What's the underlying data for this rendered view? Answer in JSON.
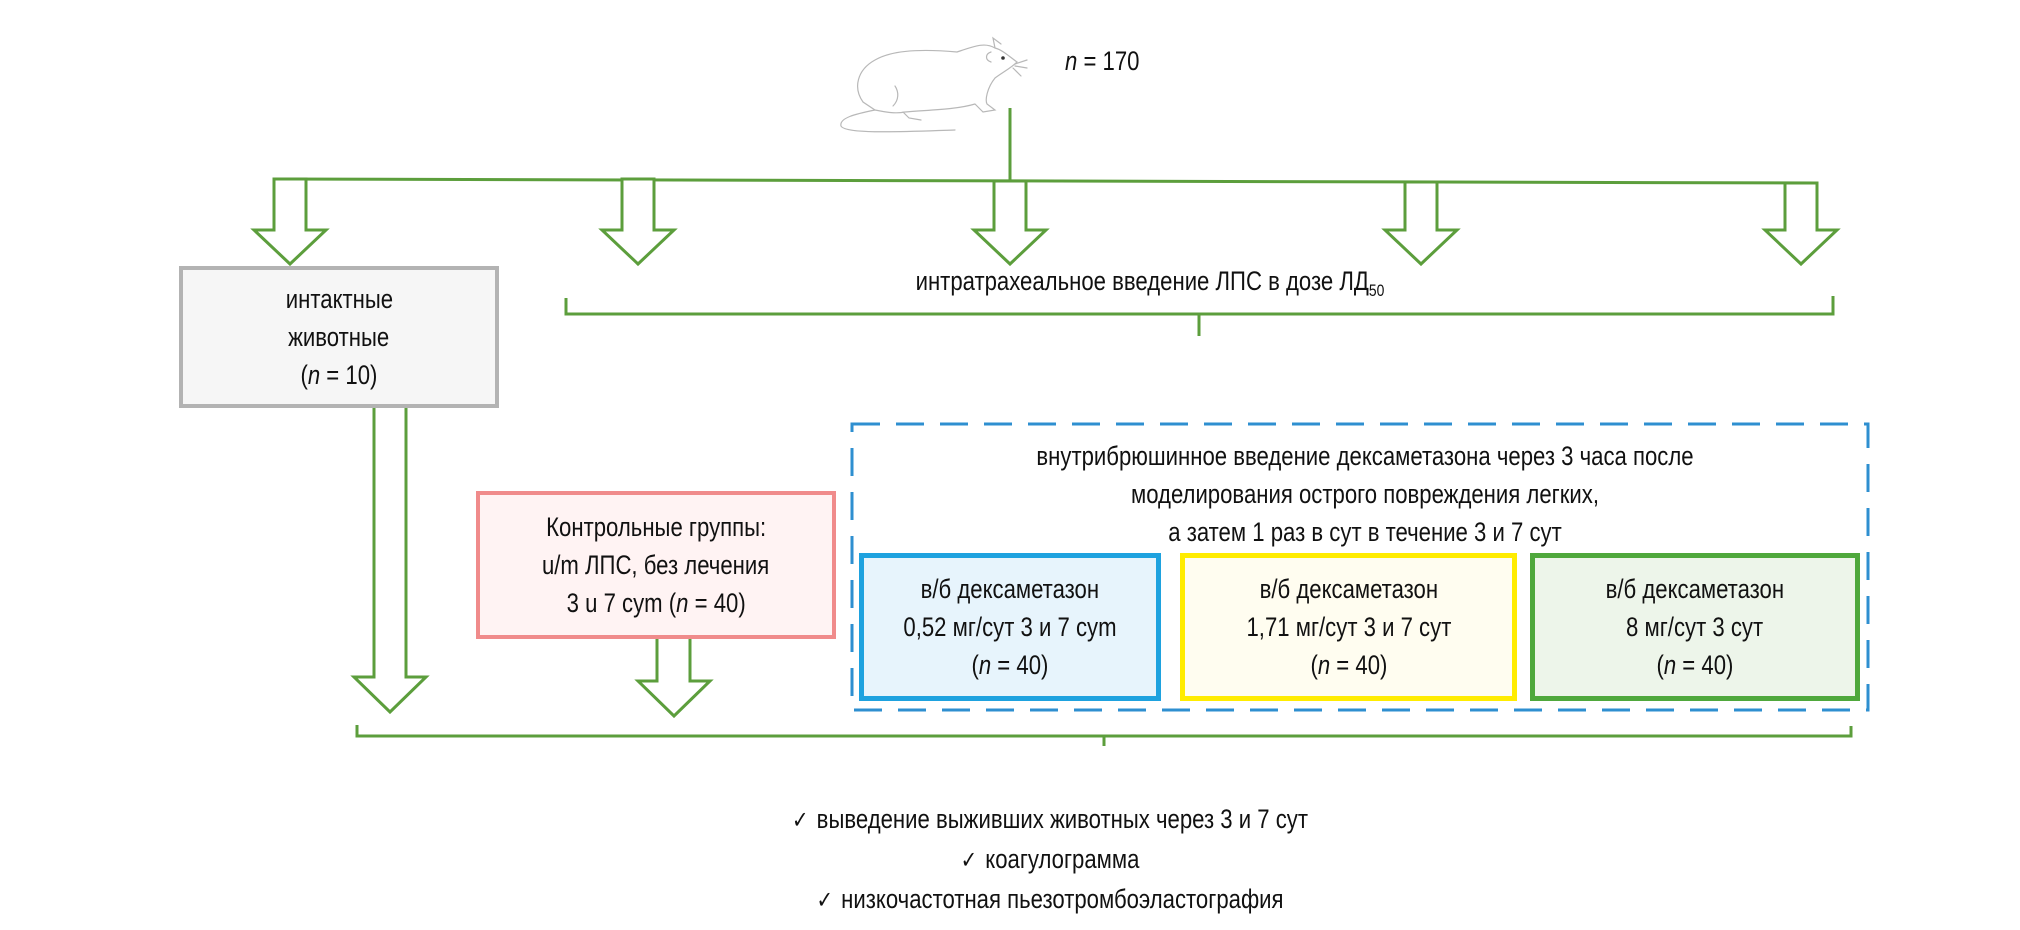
{
  "header": {
    "total_label_italic": "n",
    "total_label_rest": " = 170",
    "subject_icon": "rat-icon"
  },
  "colors": {
    "arrow_green": "#5c9e3c",
    "intact_border": "#b3b3b3",
    "intact_fill": "#f6f6f6",
    "control_border": "#f08b8b",
    "control_fill": "#fff3f3",
    "dashed_blue": "#2e8fd0",
    "dose1_border": "#1ea2df",
    "dose1_fill": "#e7f4fc",
    "dose2_border": "#ffec00",
    "dose2_fill": "#fffdf0",
    "dose3_border": "#4fa83c",
    "dose3_fill": "#edf5ea"
  },
  "intact": {
    "line1": "интактные",
    "line2": "животные",
    "n_open": "(",
    "n_italic": "n",
    "n_rest": " = 10)"
  },
  "lps": {
    "label": "интратрахеальное введение ЛПС в дозе ЛД",
    "subscript": "50"
  },
  "control": {
    "line1": "Контрольные группы:",
    "line2": "u/m ЛПС, без лечения",
    "line3_pre": "3 u 7 cym (",
    "n_italic": "n",
    "line3_post": " = 40)"
  },
  "dexamethasone_protocol": {
    "line1": "внутрибрюшинное введение дексаметазона через 3 часа после",
    "line2": "моделирования острого повреждения легких,",
    "line3": "а затем 1 раз в сут в течение 3 и 7 сут"
  },
  "dose_groups": [
    {
      "line1": "в/б дексаметазон",
      "line2": "0,52 мг/сут 3 и 7 cym",
      "n_open": "(",
      "n_italic": "n",
      "n_rest": " = 40)"
    },
    {
      "line1": "в/б дексаметазон",
      "line2": "1,71 мг/сут 3 и 7 сут",
      "n_open": "(",
      "n_italic": "n",
      "n_rest": " = 40)"
    },
    {
      "line1": "в/б дексаметазон",
      "line2": "8 мг/сут 3 сут",
      "n_open": "(",
      "n_italic": "n",
      "n_rest": " = 40)"
    }
  ],
  "outcomes": {
    "check_glyph": "✓",
    "items": [
      "выведение выживших животных через 3 и 7 сут",
      "коагулограмма",
      "низкочастотная пьезотромбоэластография"
    ]
  }
}
